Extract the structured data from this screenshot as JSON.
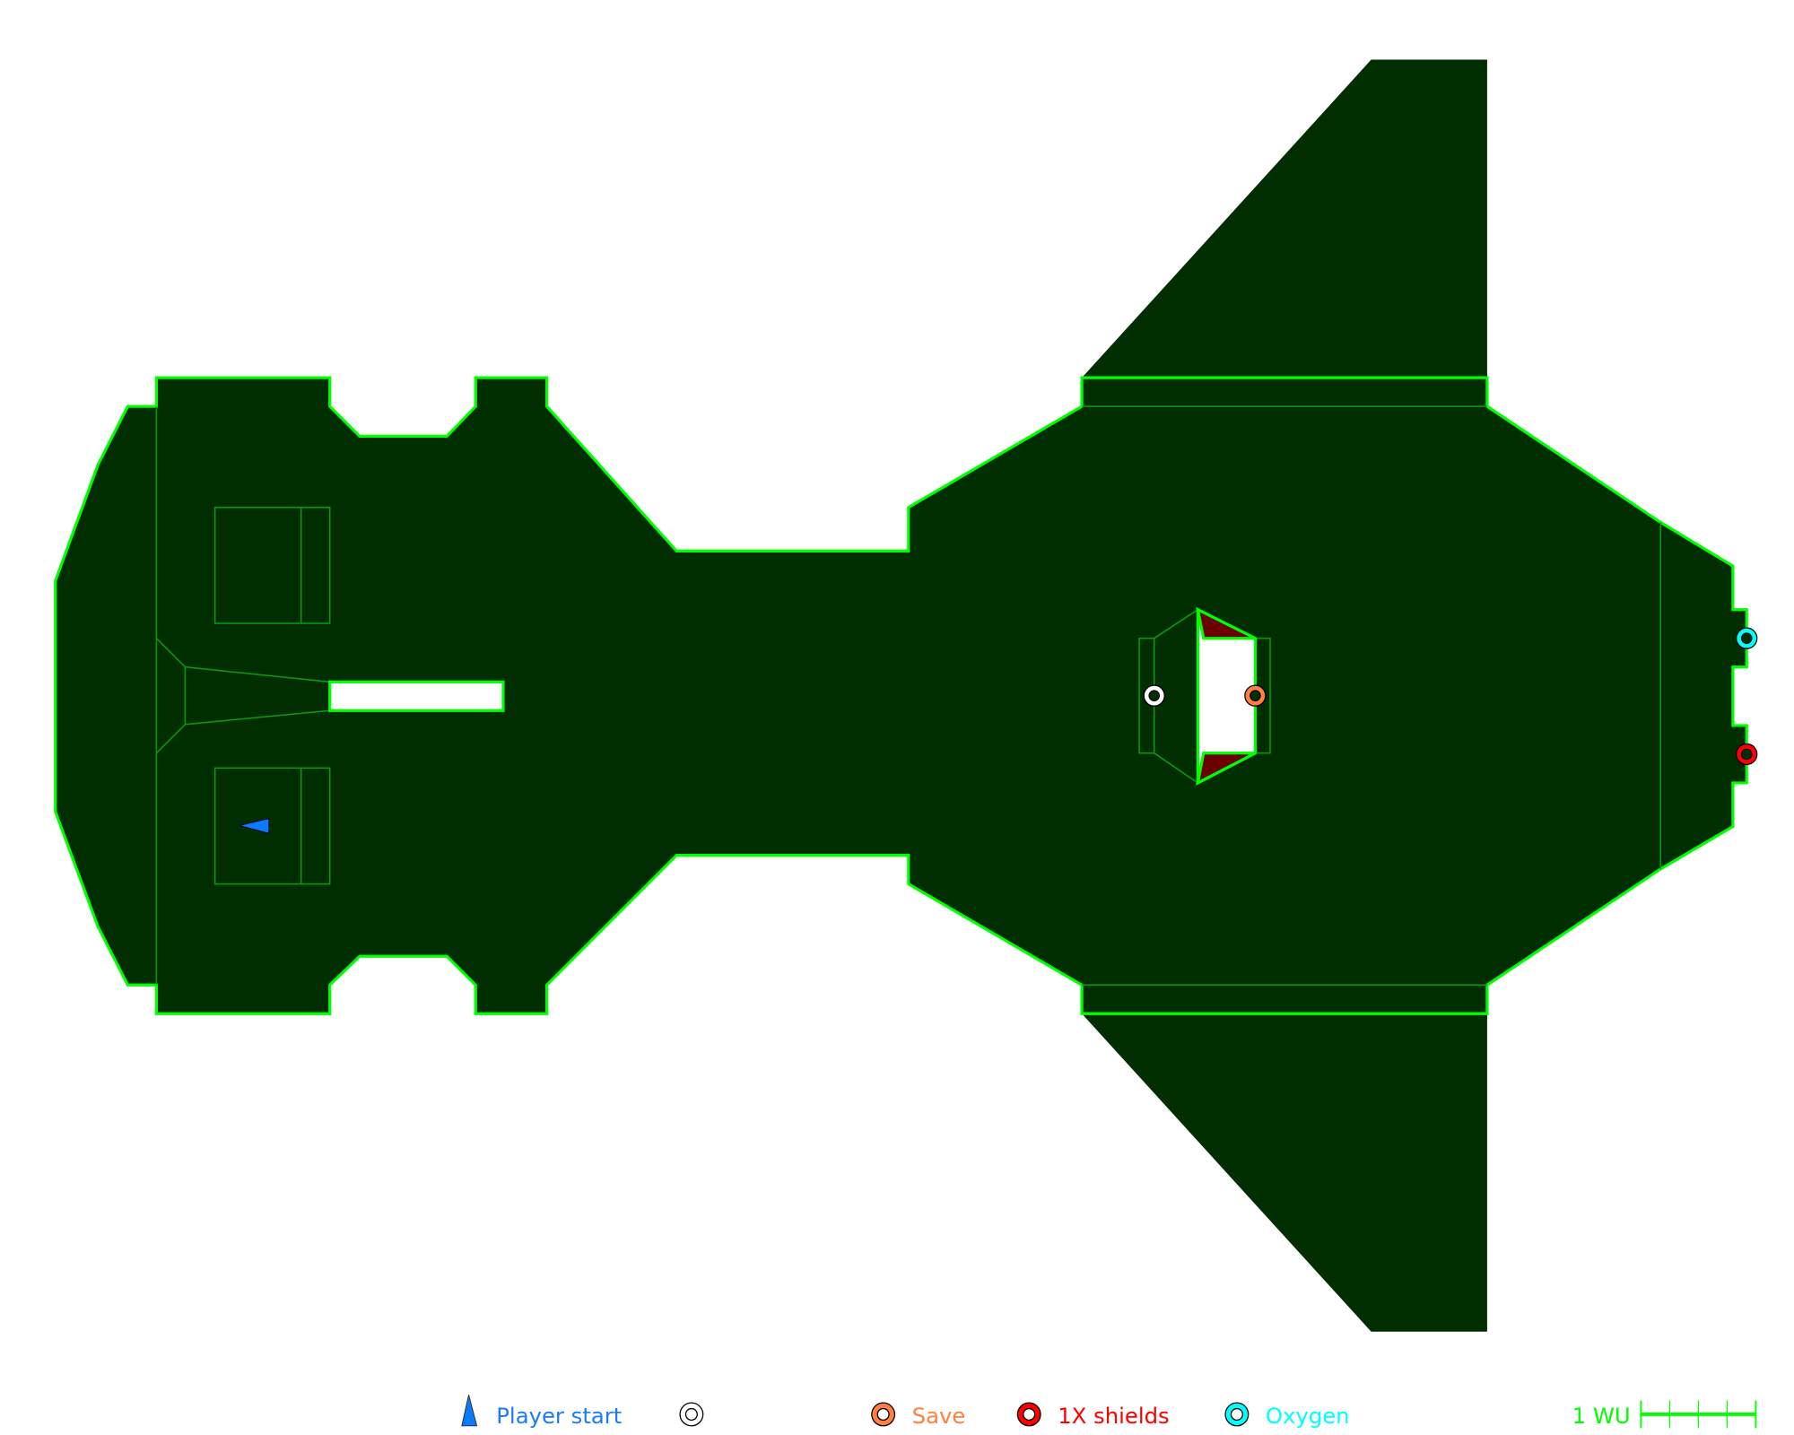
{
  "map": {
    "colors": {
      "hull_fill": "#002e00",
      "wall": "#00ff00",
      "inner_line": "#0c9a0c",
      "hazard": "#6b0000",
      "player": "#0a7aff",
      "save": "#ff8040",
      "shields": "#ff0000",
      "oxygen": "#00ffff",
      "neutral": "#ffffff"
    }
  },
  "legend": {
    "player_start": "Player start",
    "save": "Save",
    "shields": "1X shields",
    "oxygen": "Oxygen",
    "scale": "1 WU",
    "icons": [
      "player-triangle-icon",
      "blank-ring-icon",
      "save-ring-icon",
      "shields-ring-icon",
      "oxygen-ring-icon"
    ]
  }
}
